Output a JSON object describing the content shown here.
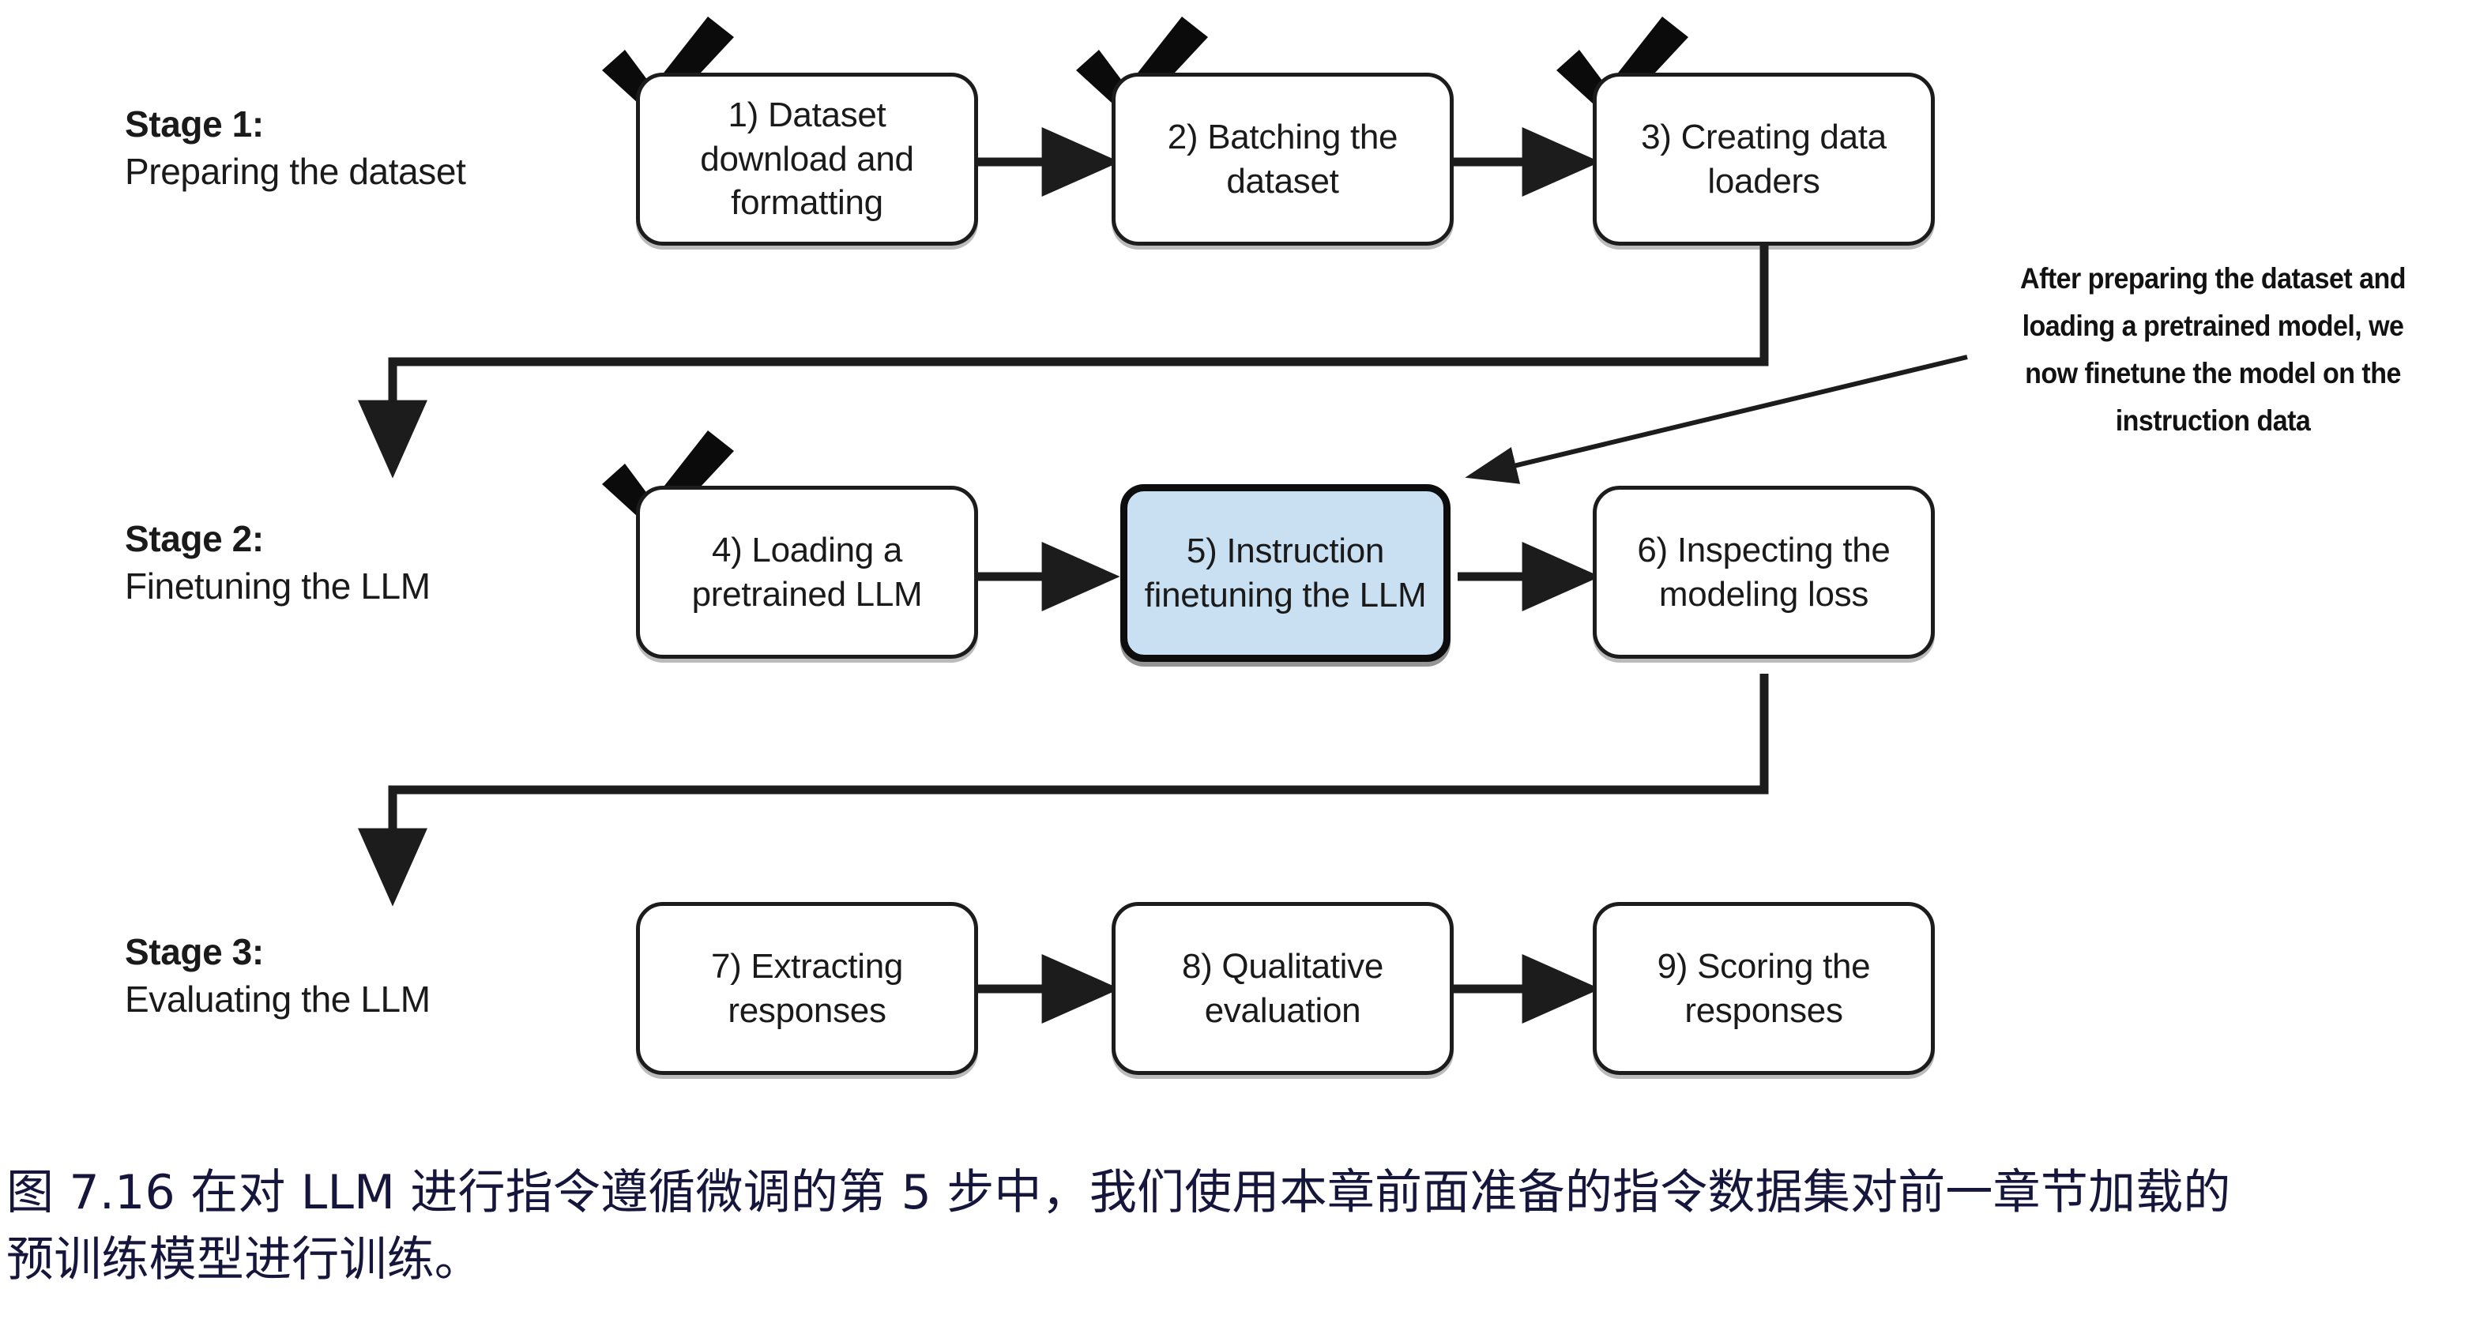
{
  "figure": {
    "type": "flowchart",
    "background": "#ffffff",
    "highlight_fill": "#c9dff2",
    "line_color": "#1c1c1c",
    "caption_color": "#16163c"
  },
  "stages": [
    {
      "title": "Stage 1:",
      "subtitle": "Preparing the dataset"
    },
    {
      "title": "Stage 2:",
      "subtitle": "Finetuning the LLM"
    },
    {
      "title": "Stage 3:",
      "subtitle": "Evaluating the LLM"
    }
  ],
  "nodes": [
    {
      "id": 1,
      "label": "1) Dataset download and formatting",
      "done": true,
      "highlighted": false
    },
    {
      "id": 2,
      "label": "2) Batching the dataset",
      "done": true,
      "highlighted": false
    },
    {
      "id": 3,
      "label": "3) Creating data loaders",
      "done": true,
      "highlighted": false
    },
    {
      "id": 4,
      "label": "4) Loading a pretrained LLM",
      "done": true,
      "highlighted": false
    },
    {
      "id": 5,
      "label": "5) Instruction finetuning the LLM",
      "done": false,
      "highlighted": true
    },
    {
      "id": 6,
      "label": "6) Inspecting the modeling loss",
      "done": false,
      "highlighted": false
    },
    {
      "id": 7,
      "label": "7) Extracting responses",
      "done": false,
      "highlighted": false
    },
    {
      "id": 8,
      "label": "8) Qualitative evaluation",
      "done": false,
      "highlighted": false
    },
    {
      "id": 9,
      "label": "9) Scoring the responses",
      "done": false,
      "highlighted": false
    }
  ],
  "annotation": {
    "lines": [
      "After preparing the dataset and",
      "loading a pretrained model, we",
      "now finetune the model on the",
      "instruction data"
    ],
    "points_to_node": 5
  },
  "caption": {
    "line1": "图 7.16 在对 LLM 进行指令遵循微调的第 5 步中，我们使用本章前面准备的指令数据集对前一章节加载的",
    "line2": "预训练模型进行训练。"
  }
}
